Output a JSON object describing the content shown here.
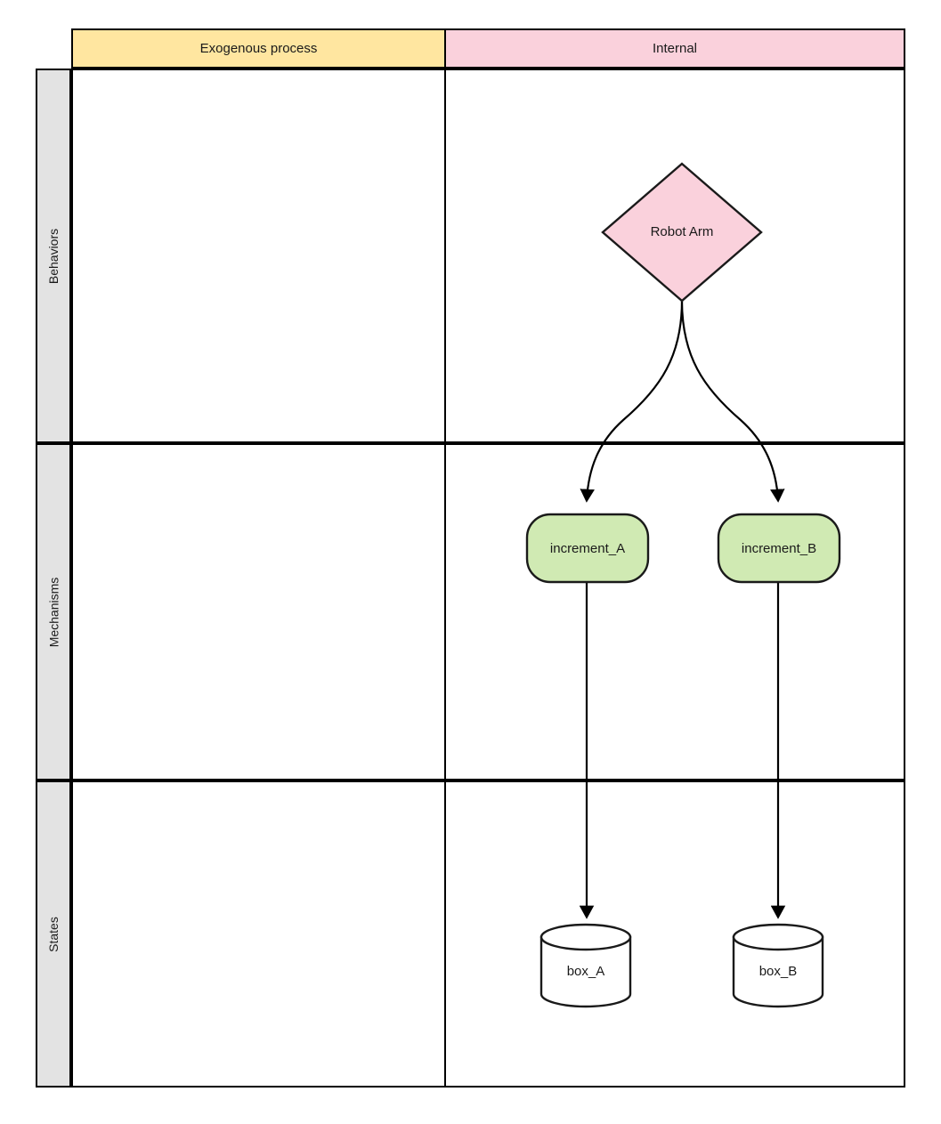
{
  "diagram": {
    "type": "swimlane-flow-diagram",
    "background": "#ffffff",
    "columns": [
      {
        "id": "exogenous",
        "label": "Exogenous process",
        "color": "#ffe6a0"
      },
      {
        "id": "internal",
        "label": "Internal",
        "color": "#fad1dc"
      }
    ],
    "rows": [
      {
        "id": "behaviors",
        "label": "Behaviors",
        "color": "#e3e3e3"
      },
      {
        "id": "mechanisms",
        "label": "Mechanisms",
        "color": "#e3e3e3"
      },
      {
        "id": "states",
        "label": "States",
        "color": "#e3e3e3"
      }
    ],
    "nodes": [
      {
        "id": "robot-arm",
        "label": "Robot Arm",
        "shape": "diamond",
        "fill": "#fad1dc",
        "stroke": "#1a1a1a",
        "column": "internal",
        "row": "behaviors"
      },
      {
        "id": "increment-a",
        "label": "increment_A",
        "shape": "rounded-rectangle",
        "fill": "#d0eab3",
        "stroke": "#1a1a1a",
        "column": "internal",
        "row": "mechanisms"
      },
      {
        "id": "increment-b",
        "label": "increment_B",
        "shape": "rounded-rectangle",
        "fill": "#d0eab3",
        "stroke": "#1a1a1a",
        "column": "internal",
        "row": "mechanisms"
      },
      {
        "id": "box-a",
        "label": "box_A",
        "shape": "cylinder",
        "fill": "#ffffff",
        "stroke": "#1a1a1a",
        "column": "internal",
        "row": "states"
      },
      {
        "id": "box-b",
        "label": "box_B",
        "shape": "cylinder",
        "fill": "#ffffff",
        "stroke": "#1a1a1a",
        "column": "internal",
        "row": "states"
      }
    ],
    "edges": [
      {
        "id": "robot-arm-to-increment-a",
        "from": "robot-arm",
        "to": "increment-a",
        "style": "curved",
        "arrow": "end"
      },
      {
        "id": "robot-arm-to-increment-b",
        "from": "robot-arm",
        "to": "increment-b",
        "style": "curved",
        "arrow": "end"
      },
      {
        "id": "increment-a-to-box-a",
        "from": "increment-a",
        "to": "box-a",
        "style": "straight",
        "arrow": "end"
      },
      {
        "id": "increment-b-to-box-b",
        "from": "increment-b",
        "to": "box-b",
        "style": "straight",
        "arrow": "end"
      }
    ]
  }
}
